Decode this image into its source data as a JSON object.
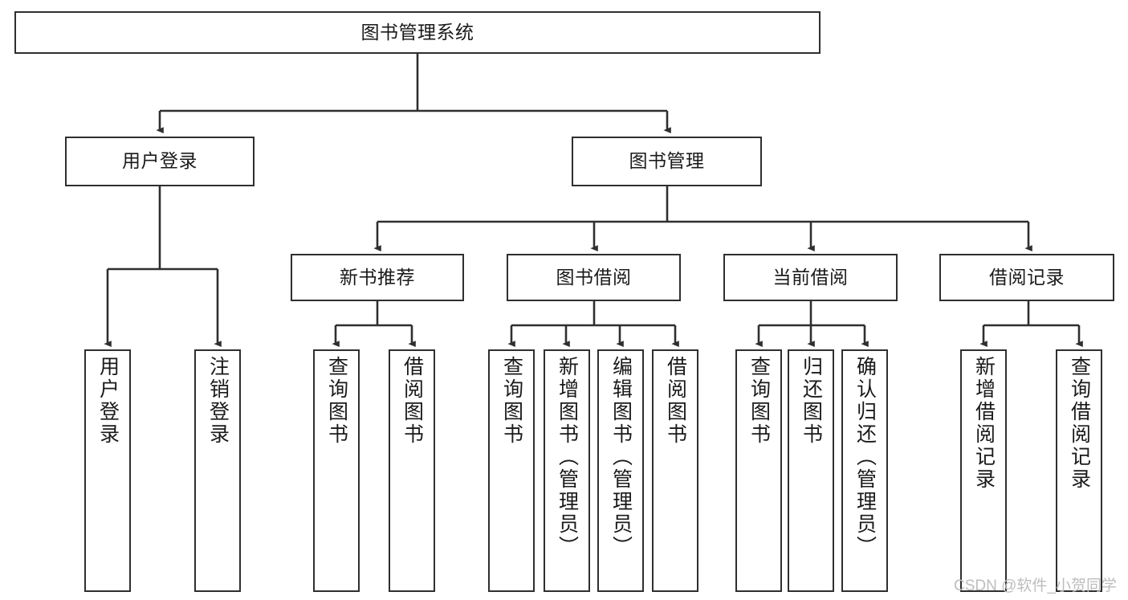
{
  "diagram": {
    "title": "图书管理系统",
    "type": "hierarchy-tree",
    "colors": {
      "stroke": "#2f2f2f",
      "fill": "#ffffff",
      "text": "#1a1a1a",
      "watermark": "#bdbdbd"
    },
    "levels": {
      "root": {
        "label": "图书管理系统"
      },
      "level2": [
        {
          "label": "用户登录"
        },
        {
          "label": "图书管理"
        }
      ],
      "level3": [
        {
          "label": "新书推荐"
        },
        {
          "label": "图书借阅"
        },
        {
          "label": "当前借阅"
        },
        {
          "label": "借阅记录"
        }
      ],
      "leaves": {
        "user_login": [
          {
            "label": "用户登录"
          },
          {
            "label": "注销登录"
          }
        ],
        "new_book_recommend": [
          {
            "label": "查询图书"
          },
          {
            "label": "借阅图书"
          }
        ],
        "book_borrow": [
          {
            "label": "查询图书"
          },
          {
            "label": "新增图书（管理员）"
          },
          {
            "label": "编辑图书（管理员）"
          },
          {
            "label": "借阅图书"
          }
        ],
        "current_borrow": [
          {
            "label": "查询图书"
          },
          {
            "label": "归还图书"
          },
          {
            "label": "确认归还（管理员）"
          }
        ],
        "borrow_record": [
          {
            "label": "新增借阅记录"
          },
          {
            "label": "查询借阅记录"
          }
        ]
      }
    }
  },
  "watermark": {
    "text": "CSDN @软件_小贺同学"
  }
}
